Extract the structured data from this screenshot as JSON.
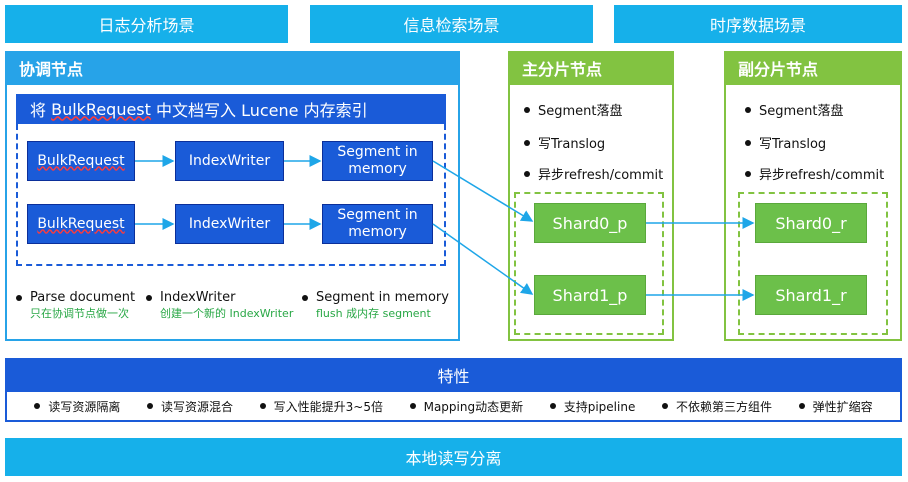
{
  "scenes": [
    "日志分析场景",
    "信息检索场景",
    "时序数据场景"
  ],
  "coordinator": {
    "title": "协调节点",
    "inner_title_prefix": "将 ",
    "inner_title_bulk": "BulkRequest",
    "inner_title_suffix": " 中文档写入 Lucene 内存索引",
    "rows": [
      {
        "bulk": "BulkRequest",
        "writer": "IndexWriter",
        "segment": "Segment in memory"
      },
      {
        "bulk": "BulkRequest",
        "writer": "IndexWriter",
        "segment": "Segment in memory"
      }
    ],
    "notes": [
      {
        "title": "Parse document",
        "desc": "只在协调节点做一次"
      },
      {
        "title": "IndexWriter",
        "desc": "创建一个新的 IndexWriter"
      },
      {
        "title": "Segment in memory",
        "desc": "flush 成内存 segment"
      }
    ]
  },
  "primary": {
    "title": "主分片节点",
    "bullets": [
      "Segment落盘",
      "写Translog",
      "异步refresh/commit"
    ],
    "shards": [
      "Shard0_p",
      "Shard1_p"
    ]
  },
  "replica": {
    "title": "副分片节点",
    "bullets": [
      "Segment落盘",
      "写Translog",
      "异步refresh/commit"
    ],
    "shards": [
      "Shard0_r",
      "Shard1_r"
    ]
  },
  "features": {
    "title": "特性",
    "items": [
      "读写资源隔离",
      "读写资源混合",
      "写入性能提升3~5倍",
      "Mapping动态更新",
      "支持pipeline",
      "不依赖第三方组件",
      "弹性扩缩容"
    ]
  },
  "footer": "本地读写分离",
  "colors": {
    "scene_blue": "#16b0ea",
    "dark_blue": "#1a5bd8",
    "green": "#6cc04a",
    "panel_blue": "#1f9fe6",
    "panel_green": "#82c341"
  }
}
